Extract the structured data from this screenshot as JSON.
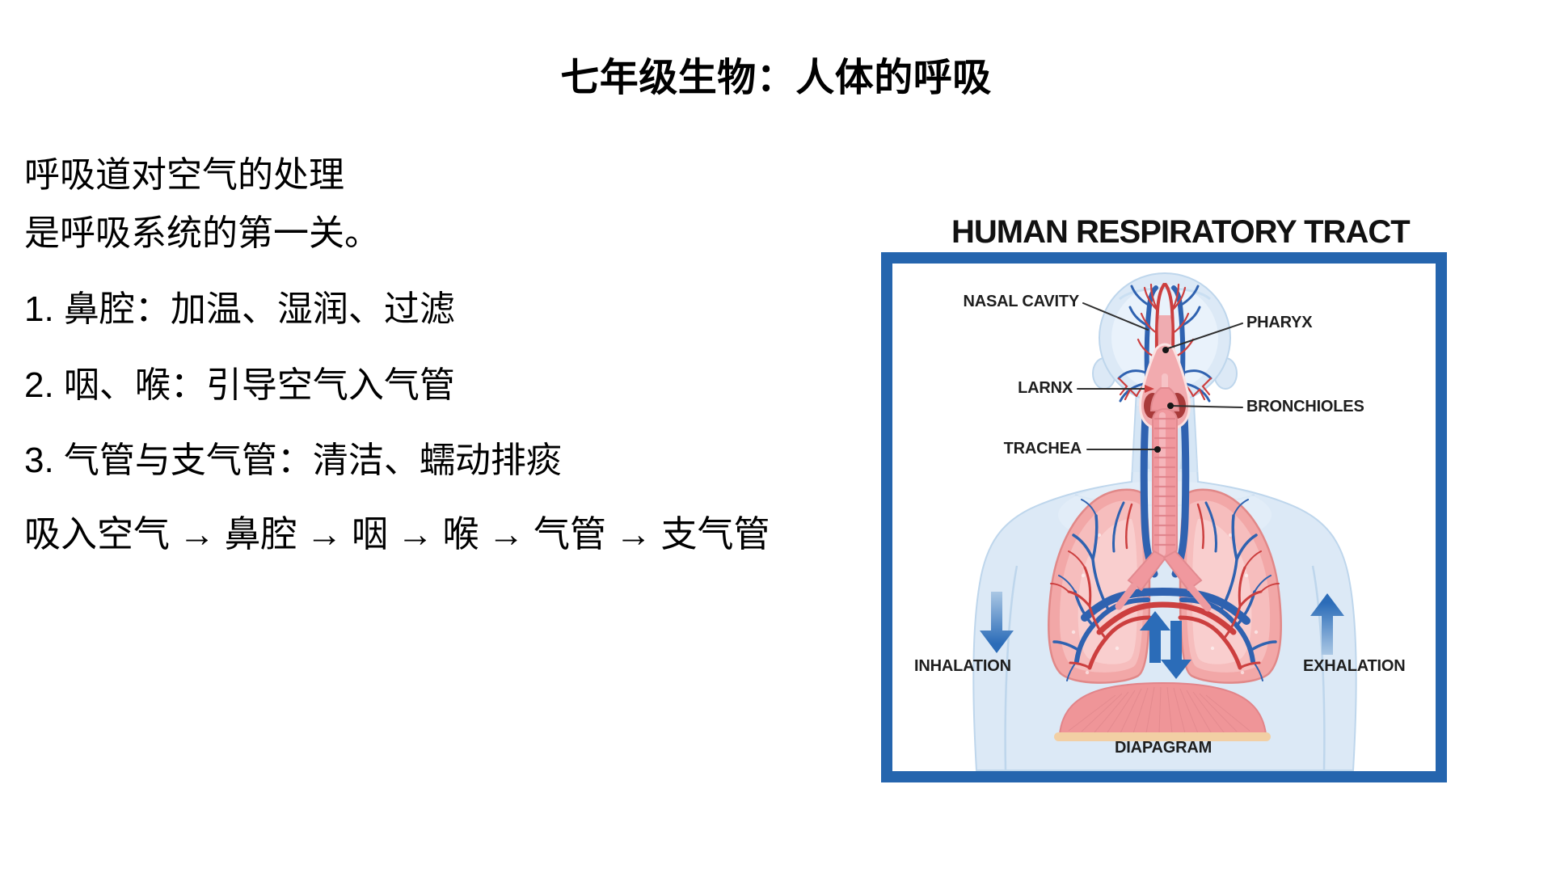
{
  "page": {
    "title": "七年级生物：人体的呼吸"
  },
  "notes": {
    "intro_line1": "呼吸道对空气的处理",
    "intro_line2": "是呼吸系统的第一关。",
    "items": [
      {
        "label": "1. 鼻腔：加温、湿润、过滤"
      },
      {
        "label": "2. 咽、喉：引导空气入气管"
      },
      {
        "label": "3. 气管与支气管：清洁、蠕动排痰"
      }
    ],
    "flow": "吸入空气 → 鼻腔 → 咽 → 喉 → 气管 → 支气管"
  },
  "figure": {
    "title": "HUMAN RESPIRATORY TRACT",
    "labels": {
      "nasal_cavity": "NASAL CAVITY",
      "pharynx": "PHARYX",
      "larynx": "LARNX",
      "bronchioles": "BRONCHIOLES",
      "trachea": "TRACHEA",
      "inhalation": "INHALATION",
      "exhalation": "EXHALATION",
      "diaphragm": "DIAPAGRAM"
    },
    "colors": {
      "frame_blue": "#2565ae",
      "arrow_blue": "#2b6cb8",
      "body_light_blue": "#dce9f6",
      "lung_pink": "#f2a7a7",
      "trachea_pink": "#f0989e",
      "vessel_red": "#cc3f3f",
      "vessel_blue": "#2f62b0",
      "diaphragm_rim_beige": "#f2cfa4",
      "label_text": "#1e1e1e"
    }
  }
}
